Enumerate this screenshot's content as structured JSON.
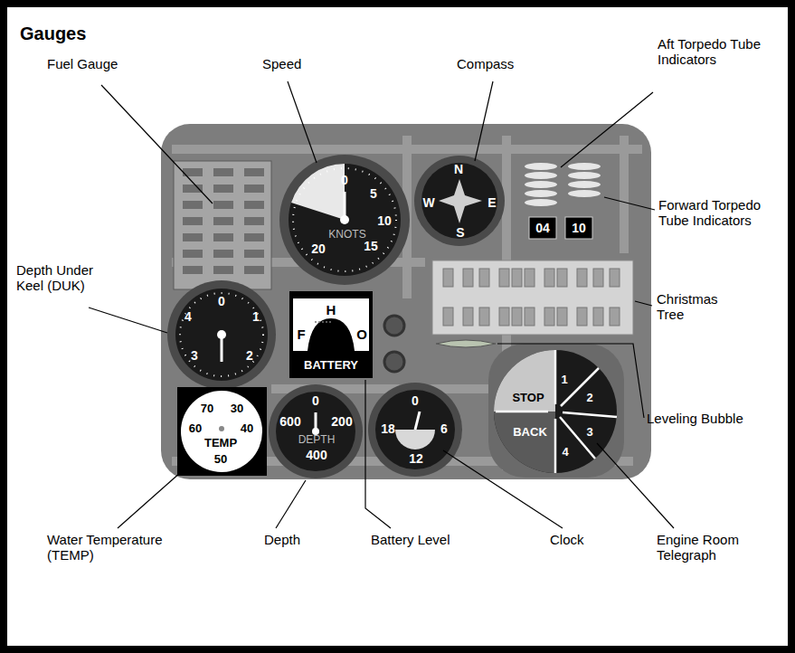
{
  "diagram": {
    "title": "Gauges",
    "labels": [
      "Fuel Gauge",
      "Speed",
      "Compass",
      "Aft Torpedo Tube Indicators",
      "0",
      "5",
      "10",
      "15",
      "20",
      "KNOTS",
      "N",
      "W",
      "E",
      "S",
      "04",
      "10",
      "Forward Torpedo Tube Indicators",
      "Depth Under Keel (DUK)",
      "0",
      "4",
      "1",
      "3",
      "2",
      "H",
      "F",
      "O",
      "BATTERY",
      "Christmas Tree",
      "STOP",
      "1",
      "2",
      "BACK",
      "3",
      "4",
      "Leveling Bubble",
      "70",
      "30",
      "60",
      "TEMP",
      "40",
      "50",
      "0",
      "600",
      "200",
      "DEPTH",
      "400",
      "0",
      "18",
      "6",
      "12",
      "Water Temperature (TEMP)",
      "Depth",
      "Battery Level",
      "Clock",
      "Engine Room Telegraph"
    ]
  }
}
